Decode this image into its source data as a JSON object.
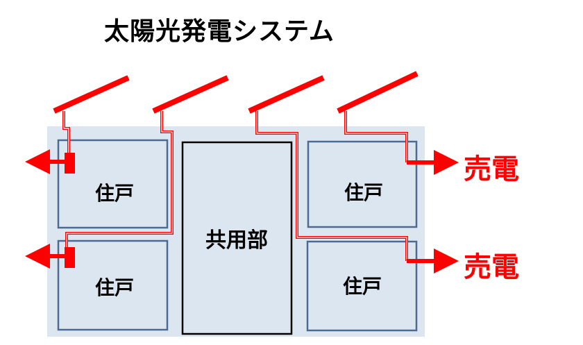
{
  "title": "太陽光発電システム",
  "units": {
    "top_left": "住戸",
    "bottom_left": "住戸",
    "top_right": "住戸",
    "bottom_right": "住戸"
  },
  "common": "共用部",
  "sell_top": "売電",
  "sell_bottom": "売電",
  "colors": {
    "panel": "#ff0000",
    "sell_text": "#ff0000",
    "building_fill": "#dce6f1",
    "unit_border": "#4a6a93",
    "common_border": "#000000"
  }
}
